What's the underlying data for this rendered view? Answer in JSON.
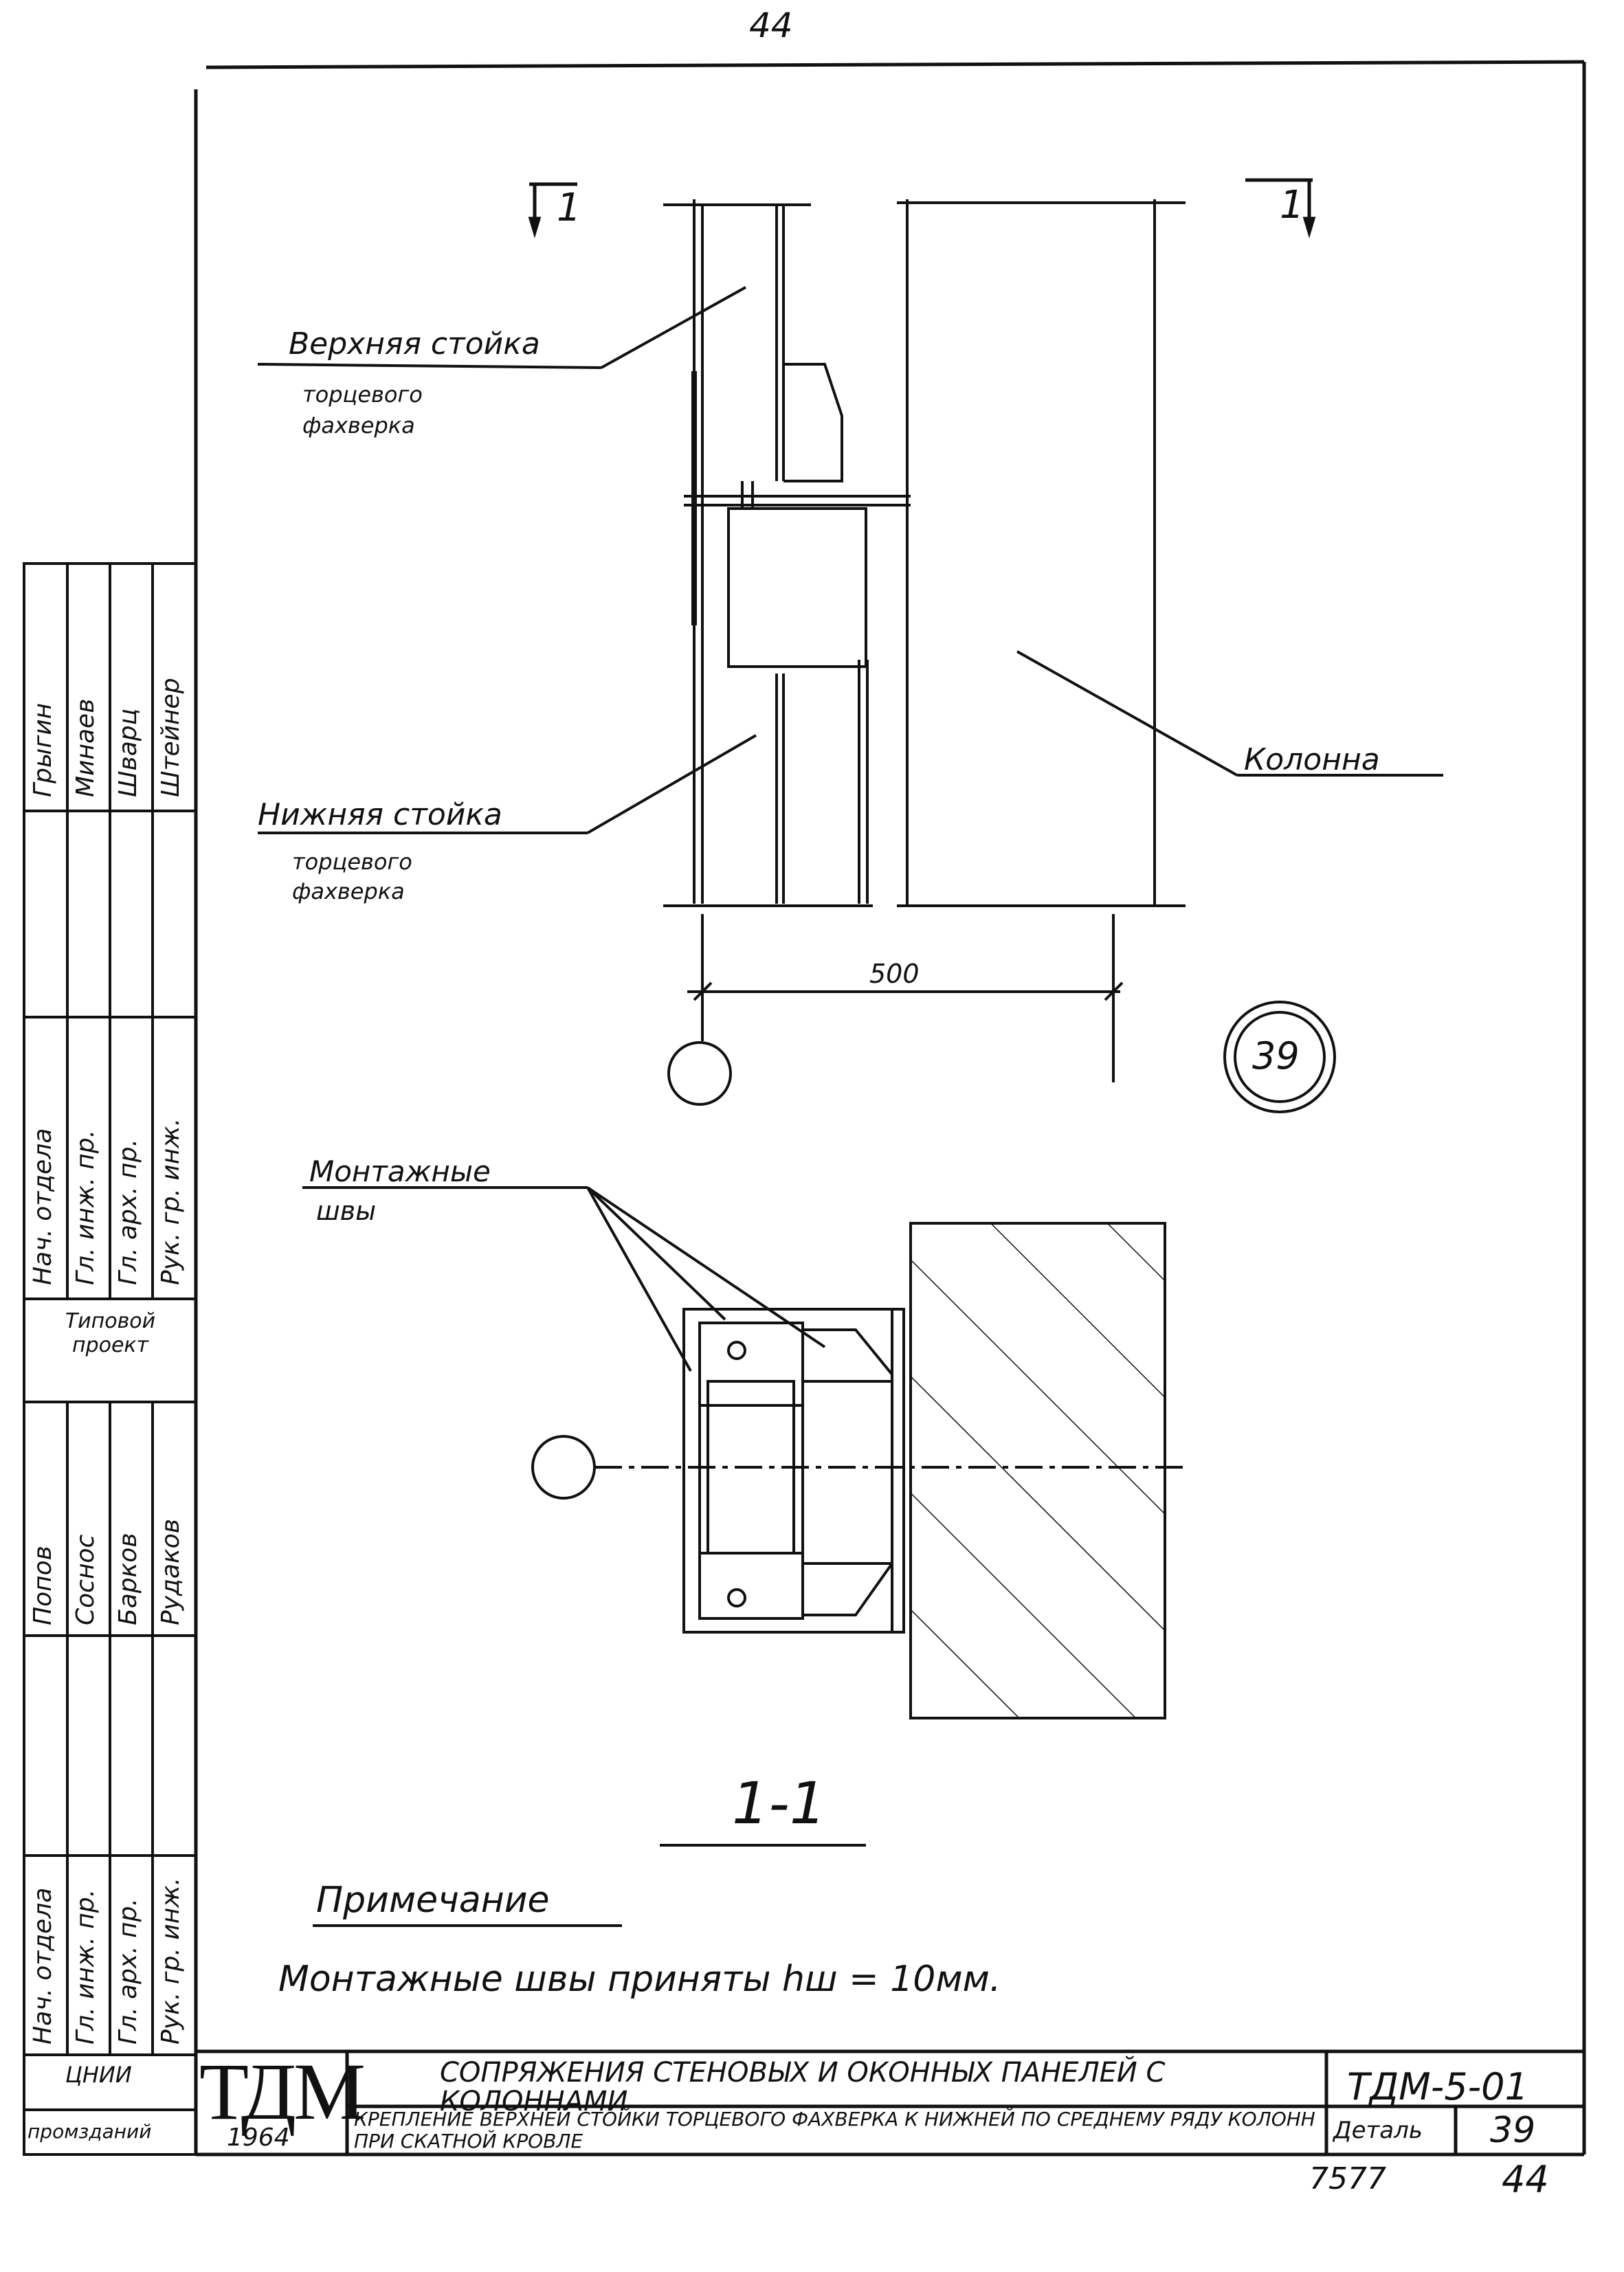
{
  "page_number_top": "44",
  "section_marks": {
    "left": "1",
    "right": "1"
  },
  "labels": {
    "upper_post_title": "Верхняя стойка",
    "upper_post_sub1": "торцевого",
    "upper_post_sub2": "фахверка",
    "lower_post_title": "Нижняя стойка",
    "lower_post_sub1": "торцевого",
    "lower_post_sub2": "фахверка",
    "column": "Колонна",
    "dimension": "500",
    "detail_number": "39",
    "welds_title": "Монтажные",
    "welds_sub": "швы",
    "section_title": "1-1"
  },
  "note": {
    "title": "Примечание",
    "text": "Монтажные швы приняты hш = 10мм."
  },
  "side_stamp": {
    "project": "Типовой проект",
    "rows_top": [
      {
        "role": "Нач. отдела",
        "name": "Грыгин"
      },
      {
        "role": "Гл. инж. пр.",
        "name": "Минаев"
      },
      {
        "role": "Гл. арх. пр.",
        "name": "Шварц"
      },
      {
        "role": "Рук. гр. инж.",
        "name": "Штейнер"
      }
    ],
    "rows_bottom": [
      {
        "role": "Нач. отдела",
        "name": "Попов"
      },
      {
        "role": "Гл. инж. пр.",
        "name": "Соснос"
      },
      {
        "role": "Гл. арх. пр.",
        "name": "Барков"
      },
      {
        "role": "Рук. гр. инж.",
        "name": "Рудаков"
      }
    ],
    "org1": "ЦНИИ",
    "org2": "промзданий"
  },
  "title_block": {
    "logo": "ТДМ",
    "year": "1964",
    "title": "Сопряжения стеновых и оконных панелей с колоннами",
    "subtitle": "Крепление верхней стойки торцевого фахверка к нижней по среднему ряду колонн при скатной кровле",
    "code": "ТДМ-5-01",
    "detail_label": "Деталь",
    "detail_no": "39"
  },
  "footer": {
    "doc_no": "7577",
    "sheet_no": "44"
  }
}
